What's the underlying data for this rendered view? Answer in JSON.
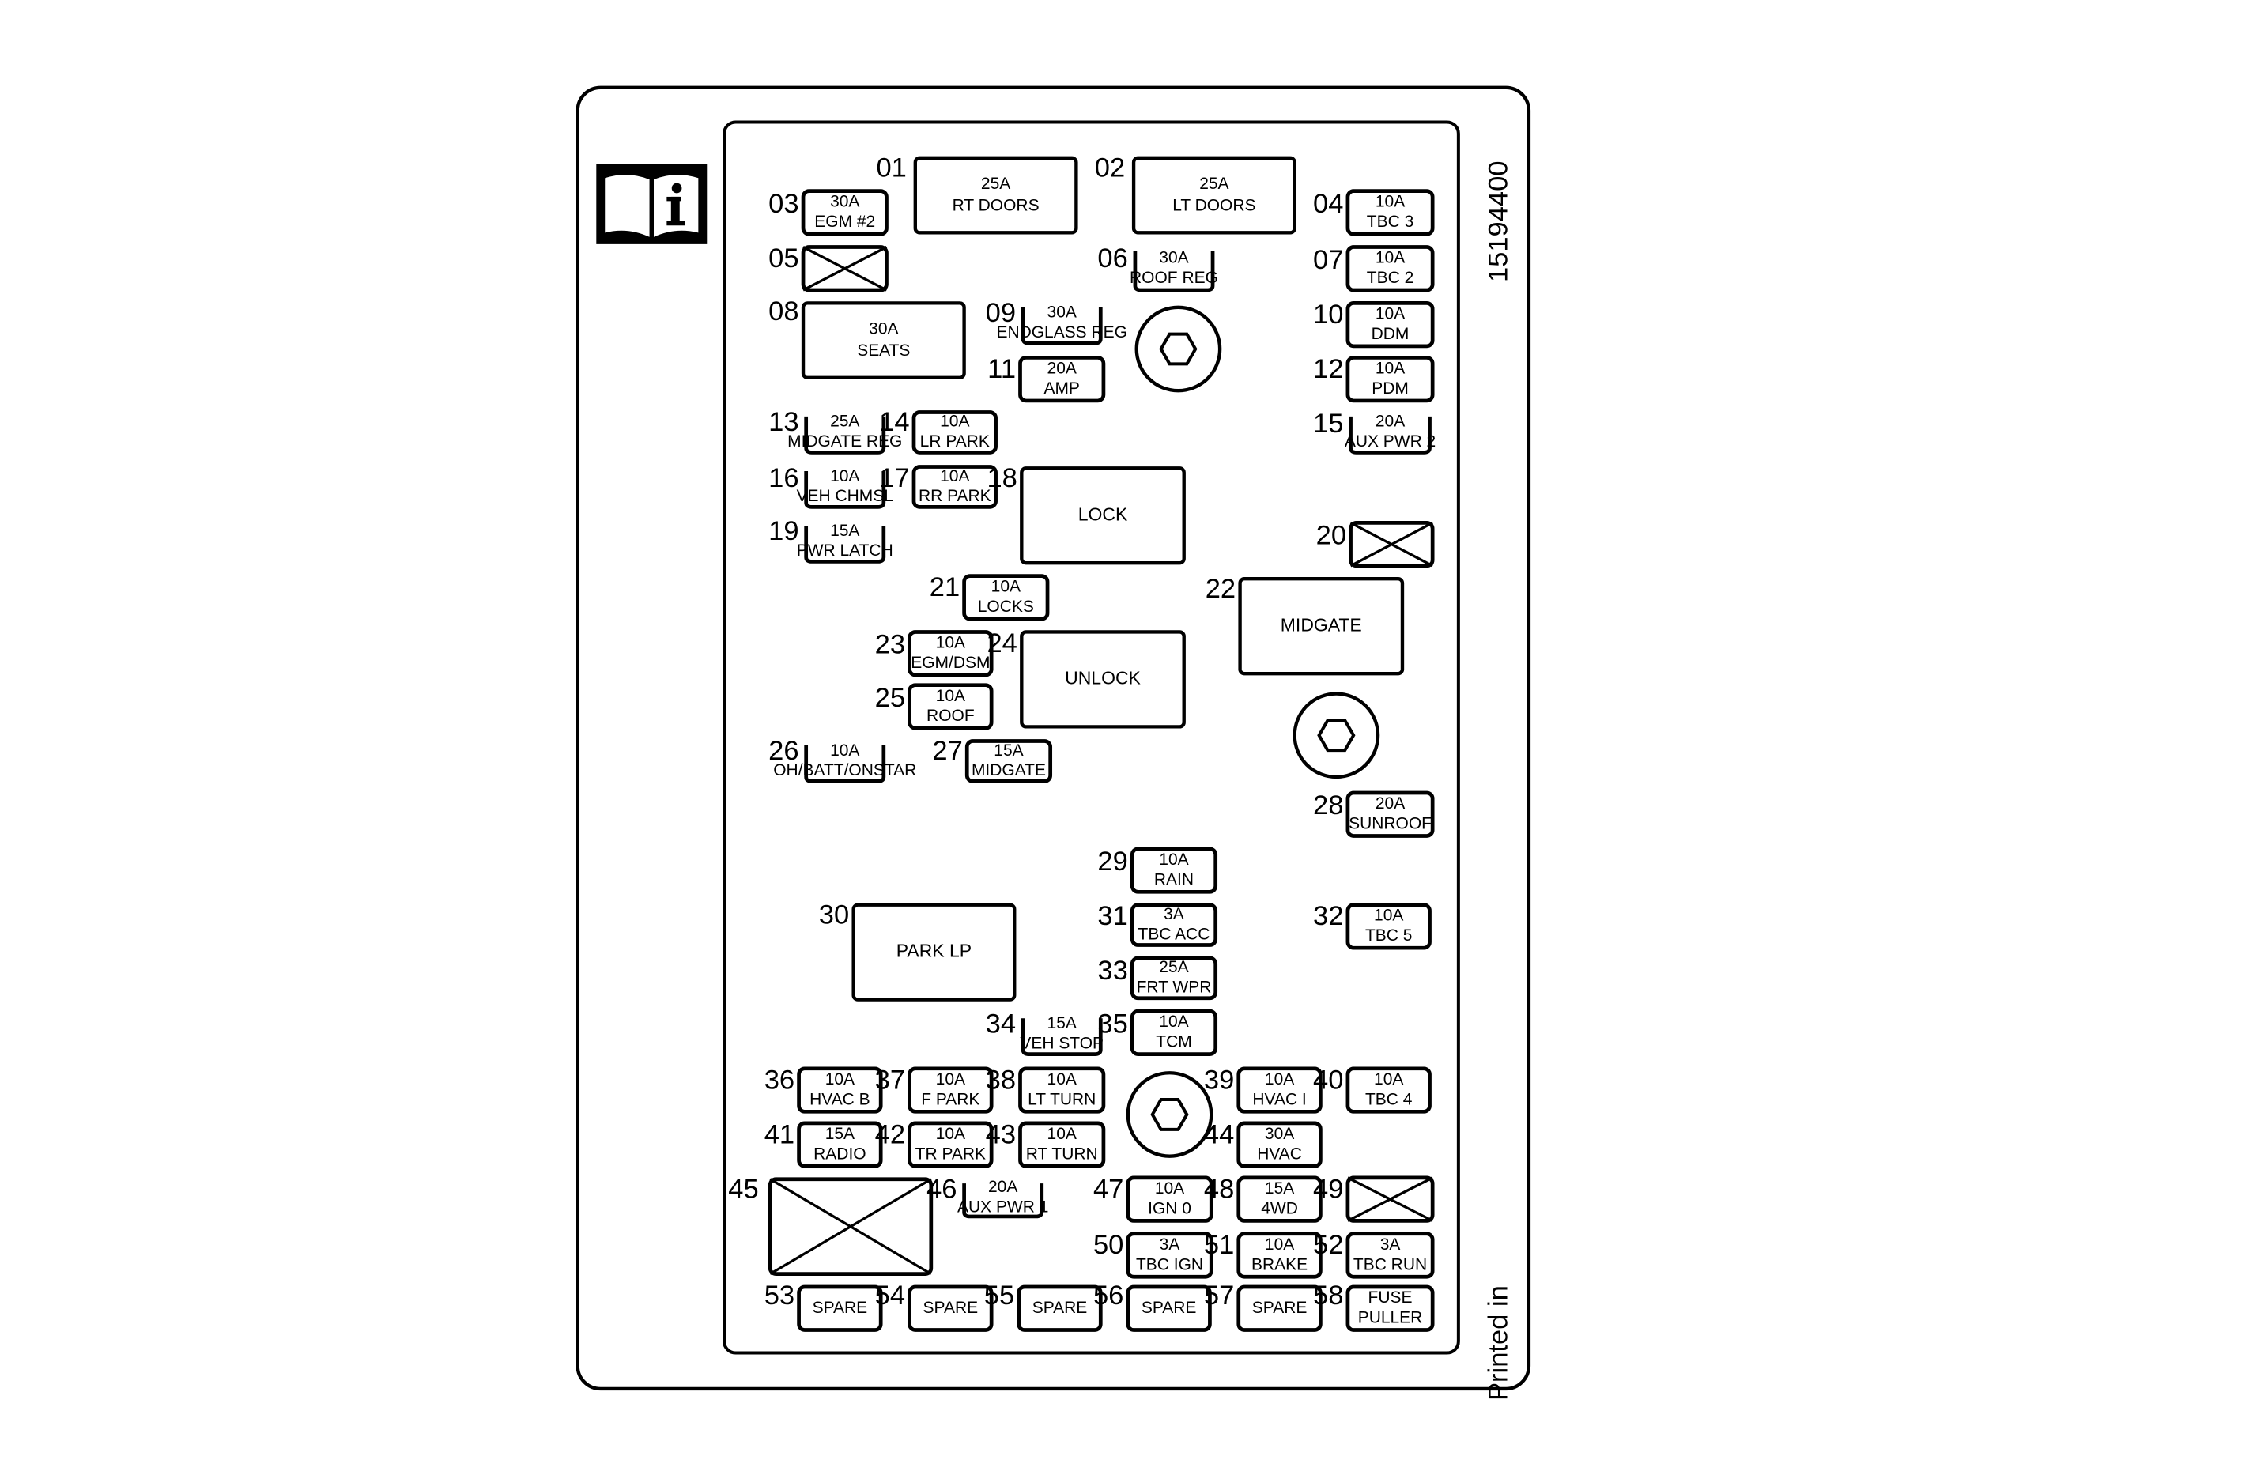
{
  "label_code": "15194400",
  "printed_in": "Printed in",
  "fuses": [
    {
      "id": "01",
      "lines": [
        "25A",
        "RT DOORS"
      ]
    },
    {
      "id": "02",
      "lines": [
        "25A",
        "LT DOORS"
      ]
    },
    {
      "id": "03",
      "lines": [
        "30A",
        "EGM #2"
      ]
    },
    {
      "id": "04",
      "lines": [
        "10A",
        "TBC 3"
      ]
    },
    {
      "id": "05",
      "lines": []
    },
    {
      "id": "06",
      "lines": [
        "30A",
        "ROOF REG"
      ]
    },
    {
      "id": "07",
      "lines": [
        "10A",
        "TBC 2"
      ]
    },
    {
      "id": "08",
      "lines": [
        "30A",
        "SEATS"
      ]
    },
    {
      "id": "09",
      "lines": [
        "30A",
        "ENDGLASS REG"
      ]
    },
    {
      "id": "10",
      "lines": [
        "10A",
        "DDM"
      ]
    },
    {
      "id": "11",
      "lines": [
        "20A",
        "AMP"
      ]
    },
    {
      "id": "12",
      "lines": [
        "10A",
        "PDM"
      ]
    },
    {
      "id": "13",
      "lines": [
        "25A",
        "MIDGATE REG"
      ]
    },
    {
      "id": "14",
      "lines": [
        "10A",
        "LR PARK"
      ]
    },
    {
      "id": "15",
      "lines": [
        "20A",
        "AUX PWR 2"
      ]
    },
    {
      "id": "16",
      "lines": [
        "10A",
        "VEH CHMSL"
      ]
    },
    {
      "id": "17",
      "lines": [
        "10A",
        "RR PARK"
      ]
    },
    {
      "id": "18",
      "lines": [
        "LOCK"
      ]
    },
    {
      "id": "19",
      "lines": [
        "15A",
        "PWR LATCH"
      ]
    },
    {
      "id": "20",
      "lines": []
    },
    {
      "id": "21",
      "lines": [
        "10A",
        "LOCKS"
      ]
    },
    {
      "id": "22",
      "lines": [
        "MIDGATE"
      ]
    },
    {
      "id": "23",
      "lines": [
        "10A",
        "EGM/DSM"
      ]
    },
    {
      "id": "24",
      "lines": [
        "UNLOCK"
      ]
    },
    {
      "id": "25",
      "lines": [
        "10A",
        "ROOF"
      ]
    },
    {
      "id": "26",
      "lines": [
        "10A",
        "OH/BATT/ONSTAR"
      ]
    },
    {
      "id": "27",
      "lines": [
        "15A",
        "MIDGATE"
      ]
    },
    {
      "id": "28",
      "lines": [
        "20A",
        "SUNROOF"
      ]
    },
    {
      "id": "29",
      "lines": [
        "10A",
        "RAIN"
      ]
    },
    {
      "id": "30",
      "lines": [
        "PARK LP"
      ]
    },
    {
      "id": "31",
      "lines": [
        "3A",
        "TBC ACC"
      ]
    },
    {
      "id": "32",
      "lines": [
        "10A",
        "TBC 5"
      ]
    },
    {
      "id": "33",
      "lines": [
        "25A",
        "FRT WPR"
      ]
    },
    {
      "id": "34",
      "lines": [
        "15A",
        "VEH STOP"
      ]
    },
    {
      "id": "35",
      "lines": [
        "10A",
        "TCM"
      ]
    },
    {
      "id": "36",
      "lines": [
        "10A",
        "HVAC B"
      ]
    },
    {
      "id": "37",
      "lines": [
        "10A",
        "F PARK"
      ]
    },
    {
      "id": "38",
      "lines": [
        "10A",
        "LT TURN"
      ]
    },
    {
      "id": "39",
      "lines": [
        "10A",
        "HVAC I"
      ]
    },
    {
      "id": "40",
      "lines": [
        "10A",
        "TBC 4"
      ]
    },
    {
      "id": "41",
      "lines": [
        "15A",
        "RADIO"
      ]
    },
    {
      "id": "42",
      "lines": [
        "10A",
        "TR PARK"
      ]
    },
    {
      "id": "43",
      "lines": [
        "10A",
        "RT TURN"
      ]
    },
    {
      "id": "44",
      "lines": [
        "30A",
        "HVAC"
      ]
    },
    {
      "id": "45",
      "lines": []
    },
    {
      "id": "46",
      "lines": [
        "20A",
        "AUX PWR 1"
      ]
    },
    {
      "id": "47",
      "lines": [
        "10A",
        "IGN 0"
      ]
    },
    {
      "id": "48",
      "lines": [
        "15A",
        "4WD"
      ]
    },
    {
      "id": "49",
      "lines": []
    },
    {
      "id": "50",
      "lines": [
        "3A",
        "TBC IGN"
      ]
    },
    {
      "id": "51",
      "lines": [
        "10A",
        "BRAKE"
      ]
    },
    {
      "id": "52",
      "lines": [
        "3A",
        "TBC RUN"
      ]
    },
    {
      "id": "53",
      "lines": [
        "SPARE"
      ]
    },
    {
      "id": "54",
      "lines": [
        "SPARE"
      ]
    },
    {
      "id": "55",
      "lines": [
        "SPARE"
      ]
    },
    {
      "id": "56",
      "lines": [
        "SPARE"
      ]
    },
    {
      "id": "57",
      "lines": [
        "SPARE"
      ]
    },
    {
      "id": "58",
      "lines": [
        "FUSE",
        "PULLER"
      ]
    }
  ]
}
